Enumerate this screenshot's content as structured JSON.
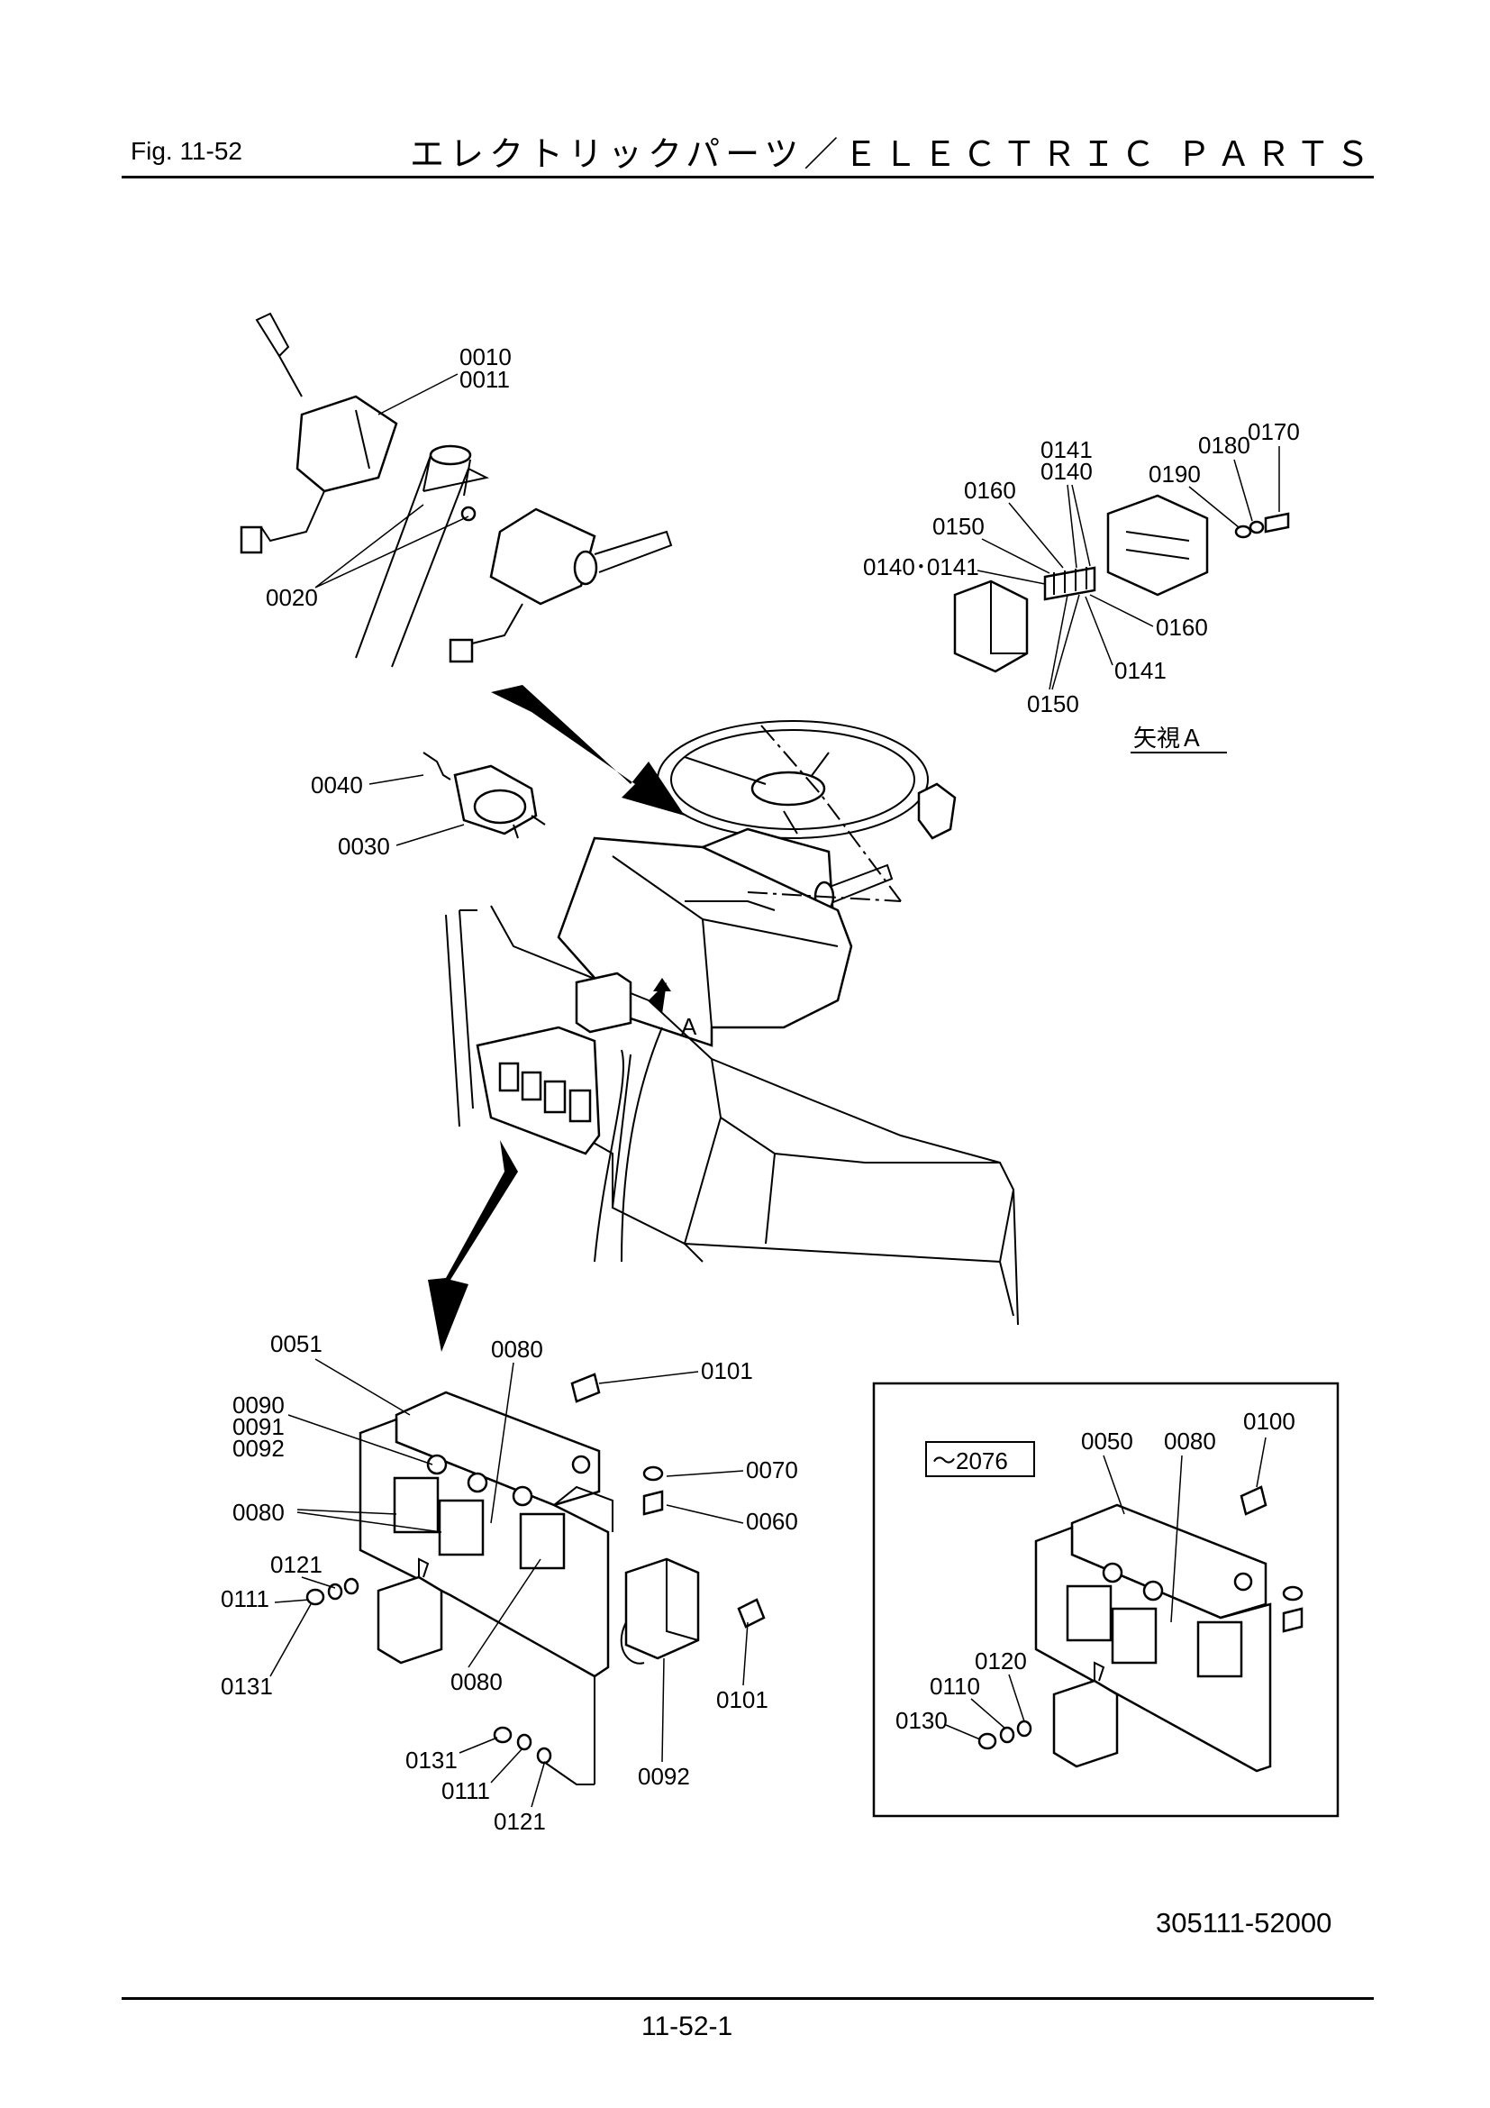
{
  "header": {
    "fig_label": "Fig.  11-52",
    "title": "エレクトリックパーツ／ＥＬＥＣＴＲＩＣ ＰＡＲＴＳ"
  },
  "doc_number": "305111-52000",
  "page_number": "11-52-1",
  "view_label": "矢視Ａ",
  "view_marker": "A",
  "inset_label": "～2076",
  "callouts": {
    "c0010": "0010",
    "c0011": "0011",
    "c0020": "0020",
    "c0040": "0040",
    "c0030": "0030",
    "c0141a": "0141",
    "c0140a": "0140",
    "c0180": "0180",
    "c0170": "0170",
    "c0160a": "0160",
    "c0190": "0190",
    "c0150a": "0150",
    "c0140_0141": "0140･0141",
    "c0160b": "0160",
    "c0141b": "0141",
    "c0150b": "0150",
    "c0051": "0051",
    "c0080a": "0080",
    "c0101a": "0101",
    "c0090": "0090",
    "c0091": "0091",
    "c0092a": "0092",
    "c0070": "0070",
    "c0080b": "0080",
    "c0060": "0060",
    "c0121a": "0121",
    "c0111a": "0111",
    "c0131a": "0131",
    "c0080c": "0080",
    "c0101b": "0101",
    "c0131b": "0131",
    "c0111b": "0111",
    "c0121b": "0121",
    "c0092b": "0092",
    "c0050": "0050",
    "c0080d": "0080",
    "c0100": "0100",
    "c0120": "0120",
    "c0110": "0110",
    "c0130": "0130"
  }
}
